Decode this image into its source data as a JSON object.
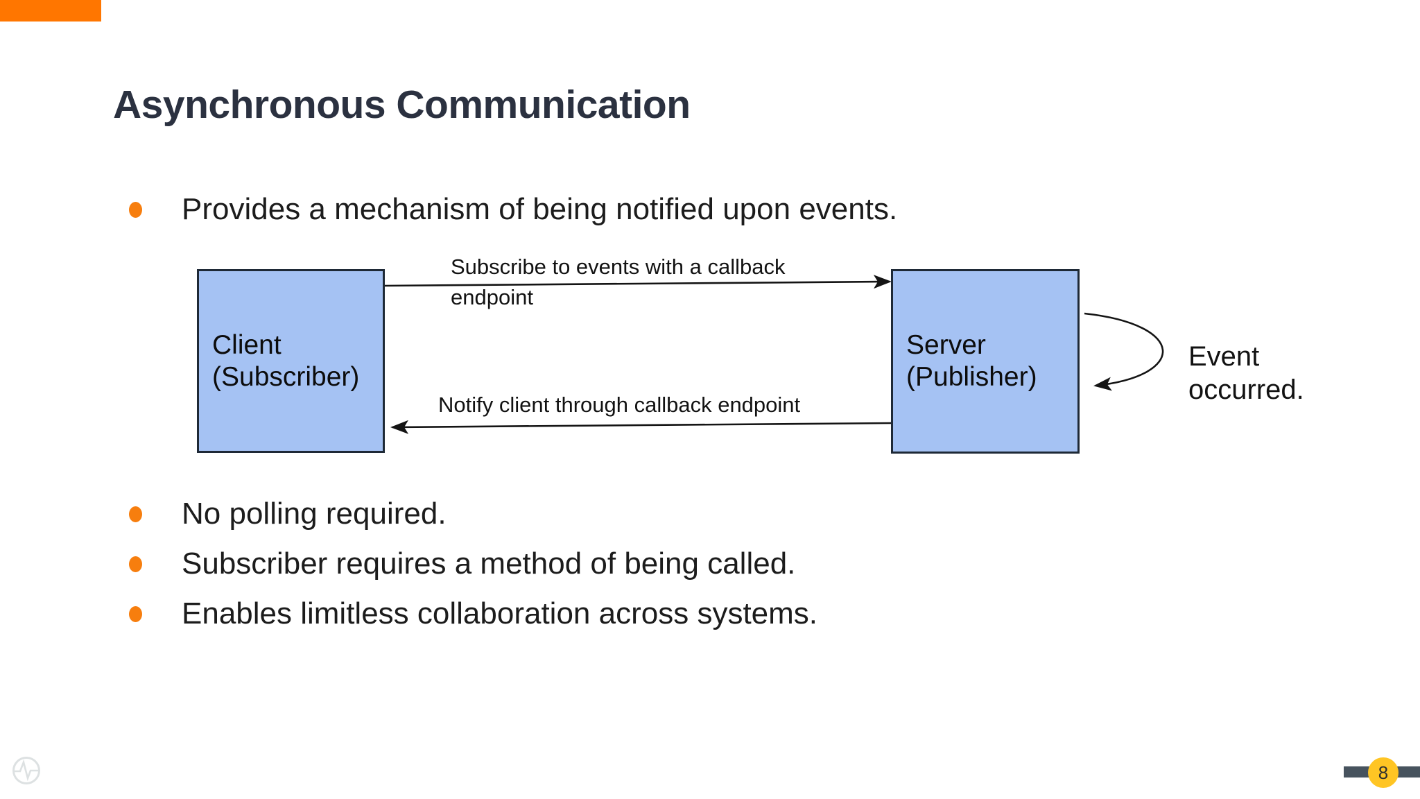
{
  "slide": {
    "title": "Asynchronous Communication",
    "page_number": "8",
    "colors": {
      "top_bar": "#FF7600",
      "bullet_dot": "#F77E0E",
      "node_fill": "#A5C2F3",
      "node_border": "#1E2936",
      "title_text": "#2B3140",
      "body_text": "#1C1C1C",
      "page_bar": "#47535E",
      "page_circle": "#FFC524",
      "logo_gray": "#DDE1E2"
    }
  },
  "bullets": [
    {
      "text": "Provides a mechanism of being notified upon events."
    },
    {
      "text": "No polling required."
    },
    {
      "text": "Subscriber requires a method of being called."
    },
    {
      "text": "Enables limitless collaboration across systems."
    }
  ],
  "diagram": {
    "nodes": [
      {
        "name": "Client",
        "role": "(Subscriber)"
      },
      {
        "name": "Server",
        "role": "(Publisher)"
      }
    ],
    "edges": [
      {
        "from": "Client",
        "to": "Server",
        "label": "Subscribe to events with a callback endpoint"
      },
      {
        "from": "Server",
        "to": "Client",
        "label": "Notify client through callback endpoint"
      },
      {
        "from": "Server",
        "to": "Server",
        "label": "Event occurred."
      }
    ]
  },
  "footer": {
    "logo_icon": "pulse-circle-icon",
    "page_number": "8"
  }
}
